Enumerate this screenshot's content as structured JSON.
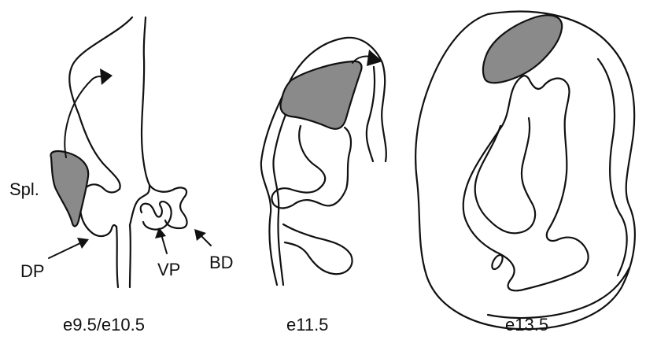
{
  "labels": {
    "spleen": "Spl.",
    "dorsal_pancreas": "DP",
    "ventral_pancreas": "VP",
    "bile_duct": "BD"
  },
  "stages": {
    "first": "e9.5/e10.5",
    "second": "e11.5",
    "third": "e13.5"
  },
  "colors": {
    "spleen_fill": "#8a8a8a",
    "outline": "#111111",
    "background": "#ffffff"
  }
}
